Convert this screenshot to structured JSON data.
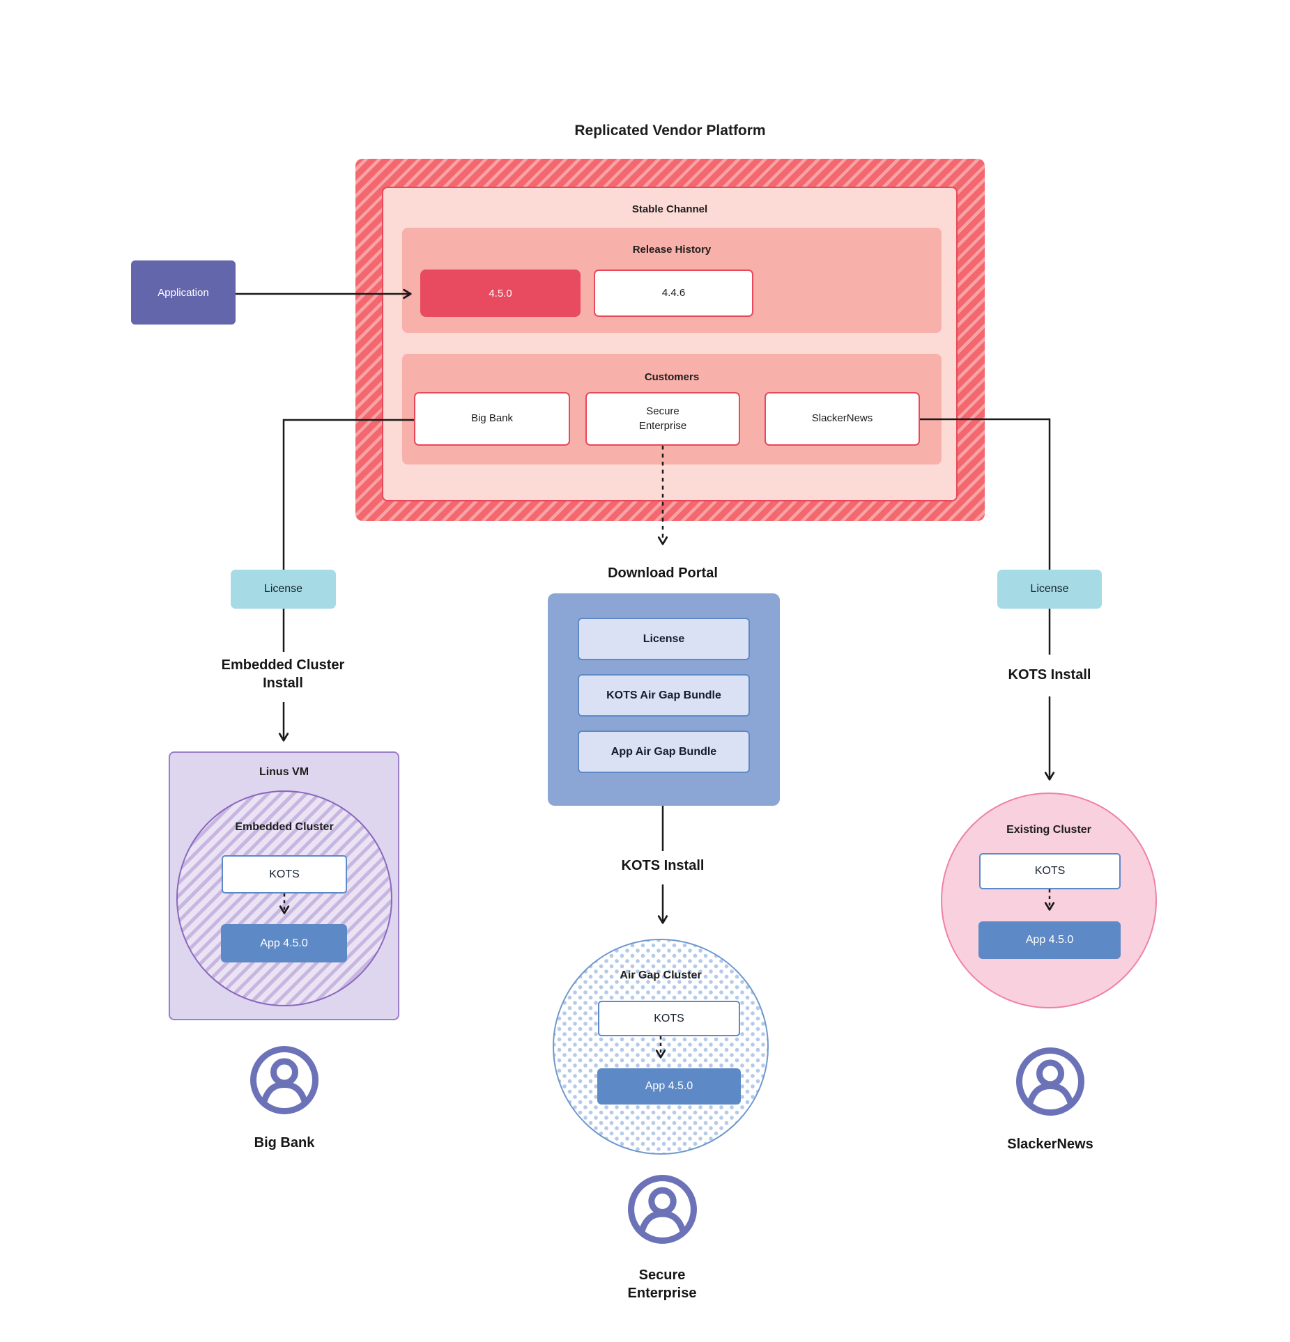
{
  "title": "Replicated Vendor Platform",
  "colors": {
    "platform_hatch": "#f3686e",
    "platform_hatch_light": "#f9a3a7",
    "panel_border_red": "#e8485a",
    "stable_channel_bg": "#fcdad6",
    "section_bg": "#f8b0aa",
    "release_highlight_bg": "#e84a5f",
    "application_bg": "#6366ab",
    "license_bg": "#a6dbe5",
    "portal_bg": "#8ba6d4",
    "portal_item_bg": "#dbe1f5",
    "blue_border": "#5d89c6",
    "app_box_bg": "#5d8ac6",
    "vm_bg": "#ded6ee",
    "vm_border": "#9a7ec8",
    "embedded_circle_border": "#8a66bf",
    "airgap_circle_border": "#6e98cd",
    "existing_circle_bg": "#f9d0dd",
    "existing_circle_border": "#ef81a1",
    "user_icon": "#6b72b7",
    "line": "#1a1a1a"
  },
  "application": {
    "label": "Application"
  },
  "platform": {
    "stable_channel_label": "Stable Channel",
    "release_history": {
      "label": "Release History",
      "releases": [
        {
          "version": "4.5.0"
        },
        {
          "version": "4.4.6"
        }
      ]
    },
    "customers": {
      "label": "Customers",
      "items": [
        {
          "lines": [
            "Big Bank"
          ]
        },
        {
          "lines": [
            "Secure",
            "Enterprise"
          ]
        },
        {
          "lines": [
            "SlackerNews"
          ]
        }
      ]
    }
  },
  "left_branch": {
    "license_label": "License",
    "install_lines": [
      "Embedded Cluster",
      "Install"
    ],
    "host_label": "Linus VM",
    "cluster_label": "Embedded Cluster",
    "kots_label": "KOTS",
    "app_label": "App 4.5.0",
    "user_name_lines": [
      "Big Bank"
    ]
  },
  "middle_branch": {
    "portal_title": "Download Portal",
    "portal_items": [
      {
        "label": "License"
      },
      {
        "label": "KOTS Air Gap Bundle"
      },
      {
        "label": "App Air Gap Bundle"
      }
    ],
    "install_label": "KOTS Install",
    "cluster_label": "Air Gap Cluster",
    "kots_label": "KOTS",
    "app_label": "App 4.5.0",
    "user_name_lines": [
      "Secure",
      "Enterprise"
    ]
  },
  "right_branch": {
    "license_label": "License",
    "install_label": "KOTS Install",
    "cluster_label": "Existing Cluster",
    "kots_label": "KOTS",
    "app_label": "App 4.5.0",
    "user_name_lines": [
      "SlackerNews"
    ]
  }
}
